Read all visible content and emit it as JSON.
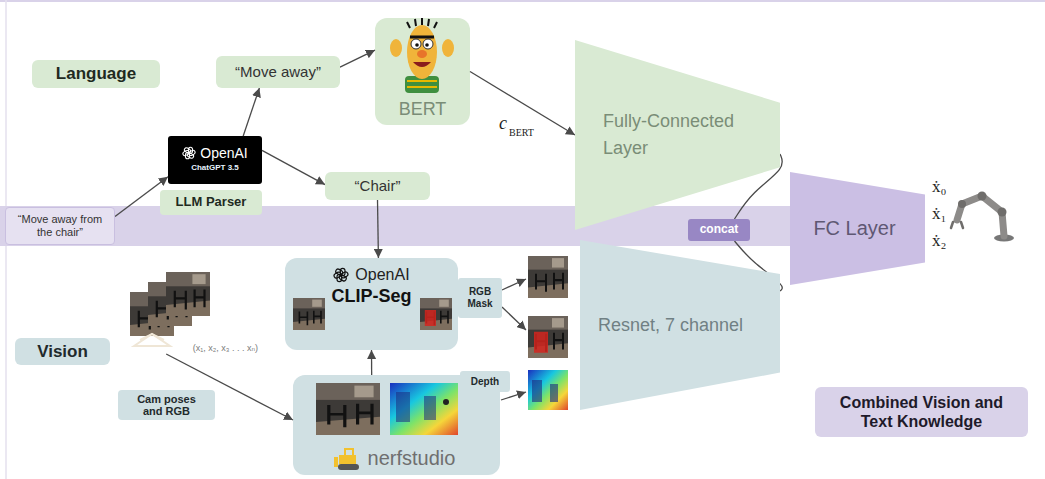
{
  "diagram": {
    "nodes": [
      {
        "text": [
          "Language"
        ]
      },
      {
        "text": [
          "“Move away”"
        ]
      },
      {
        "text": [
          "BERT"
        ]
      },
      {
        "text": [
          "Fully-Connected Layer"
        ]
      },
      {
        "text": [
          "OpenAI",
          "ChatGPT 3.5"
        ]
      },
      {
        "text": [
          "LLM Parser"
        ]
      },
      {
        "text": [
          "“Chair”"
        ]
      },
      {
        "text": [
          "“Move away from the chair”"
        ]
      },
      {
        "text": [
          "concat"
        ]
      },
      {
        "text": [
          "FC Layer"
        ]
      },
      {
        "text": [
          "Vision"
        ]
      },
      {
        "text": [
          "(x₁, x₂, x₃ . . . xₙ)"
        ]
      },
      {
        "text": [
          "Cam poses and RGB"
        ]
      },
      {
        "text": [
          "OpenAI",
          "CLIP-Seg"
        ]
      },
      {
        "text": [
          "RGB Mask"
        ]
      },
      {
        "text": [
          "Depth"
        ]
      },
      {
        "text": [
          "nerfstudio"
        ]
      },
      {
        "text": [
          "Resnet, 7 channel"
        ]
      },
      {
        "text": [
          "Combined Vision and Text Knowledge"
        ]
      }
    ],
    "edges": [
      {
        "from": 7,
        "to": 4,
        "arrow": "to"
      },
      {
        "from": 4,
        "to": 1,
        "arrow": "to"
      },
      {
        "from": 4,
        "to": 6,
        "arrow": "to"
      },
      {
        "from": 1,
        "to": 2,
        "arrow": "to"
      },
      {
        "from": 2,
        "to": 3,
        "arrow": "to"
      },
      {
        "from": 6,
        "to": 13,
        "arrow": "to"
      },
      {
        "from": 16,
        "to": 13,
        "arrow": "to"
      },
      {
        "from": 11,
        "to": 16,
        "arrow": "to"
      },
      {
        "from": 3,
        "to": 8,
        "arrow": "none"
      },
      {
        "from": 17,
        "to": 8,
        "arrow": "none"
      }
    ],
    "labels": [
      "c",
      "BERT",
      "ẋ₀",
      "ẋ₁",
      "ẋ₂"
    ]
  }
}
